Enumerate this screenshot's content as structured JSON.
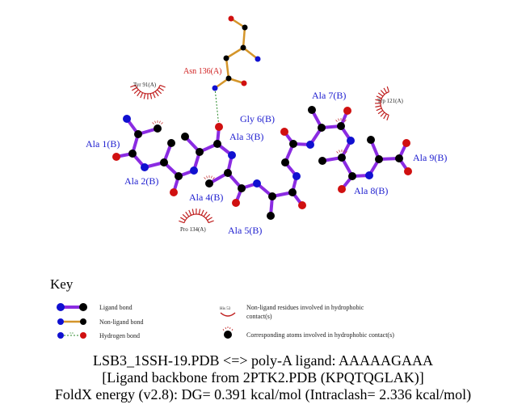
{
  "residues": {
    "ligand": [
      "Ala 1(B)",
      "Ala 2(B)",
      "Ala 3(B)",
      "Ala 4(B)",
      "Ala 5(B)",
      "Gly 6(B)",
      "Ala 7(B)",
      "Ala 8(B)",
      "Ala 9(B)"
    ],
    "hbond_residue": "Asn 136(A)",
    "hydrophobic": [
      "Tyr 91(A)",
      "Trp 121(A)",
      "Pro 134(A)"
    ]
  },
  "key": {
    "title": "Key",
    "items": [
      "Ligand bond",
      "Non-ligand bond",
      "Hydrogen bond"
    ],
    "hbond_distance": "3.0",
    "hydrophobic_example": "His 53",
    "hydrophobic_residue_text": [
      "Non-ligand residues involved in hydrophobic",
      "contact(s)"
    ],
    "hydrophobic_atom_text": "Corresponding atoms involved in hydrophobic contact(s)"
  },
  "title_lines": [
    "LSB3_1SSH-19.PDB <=> poly-A ligand: AAAAAGAAA",
    "[Ligand backbone from 2PTK2.PDB (KPQTQGLAK)]",
    "FoldX energy (v2.8): DG= 0.391 kcal/mol (Intraclash= 2.336 kcal/mol)"
  ],
  "colors": {
    "ligand_bond": "#8a2be2",
    "nonligand_bond": "#d4952a",
    "hbond": "#2a8a2a",
    "carbon": "#000000",
    "nitrogen": "#1010d0",
    "oxygen": "#d01010",
    "hydrophobic": "#c02020",
    "ligand_label": "#2020d0"
  }
}
